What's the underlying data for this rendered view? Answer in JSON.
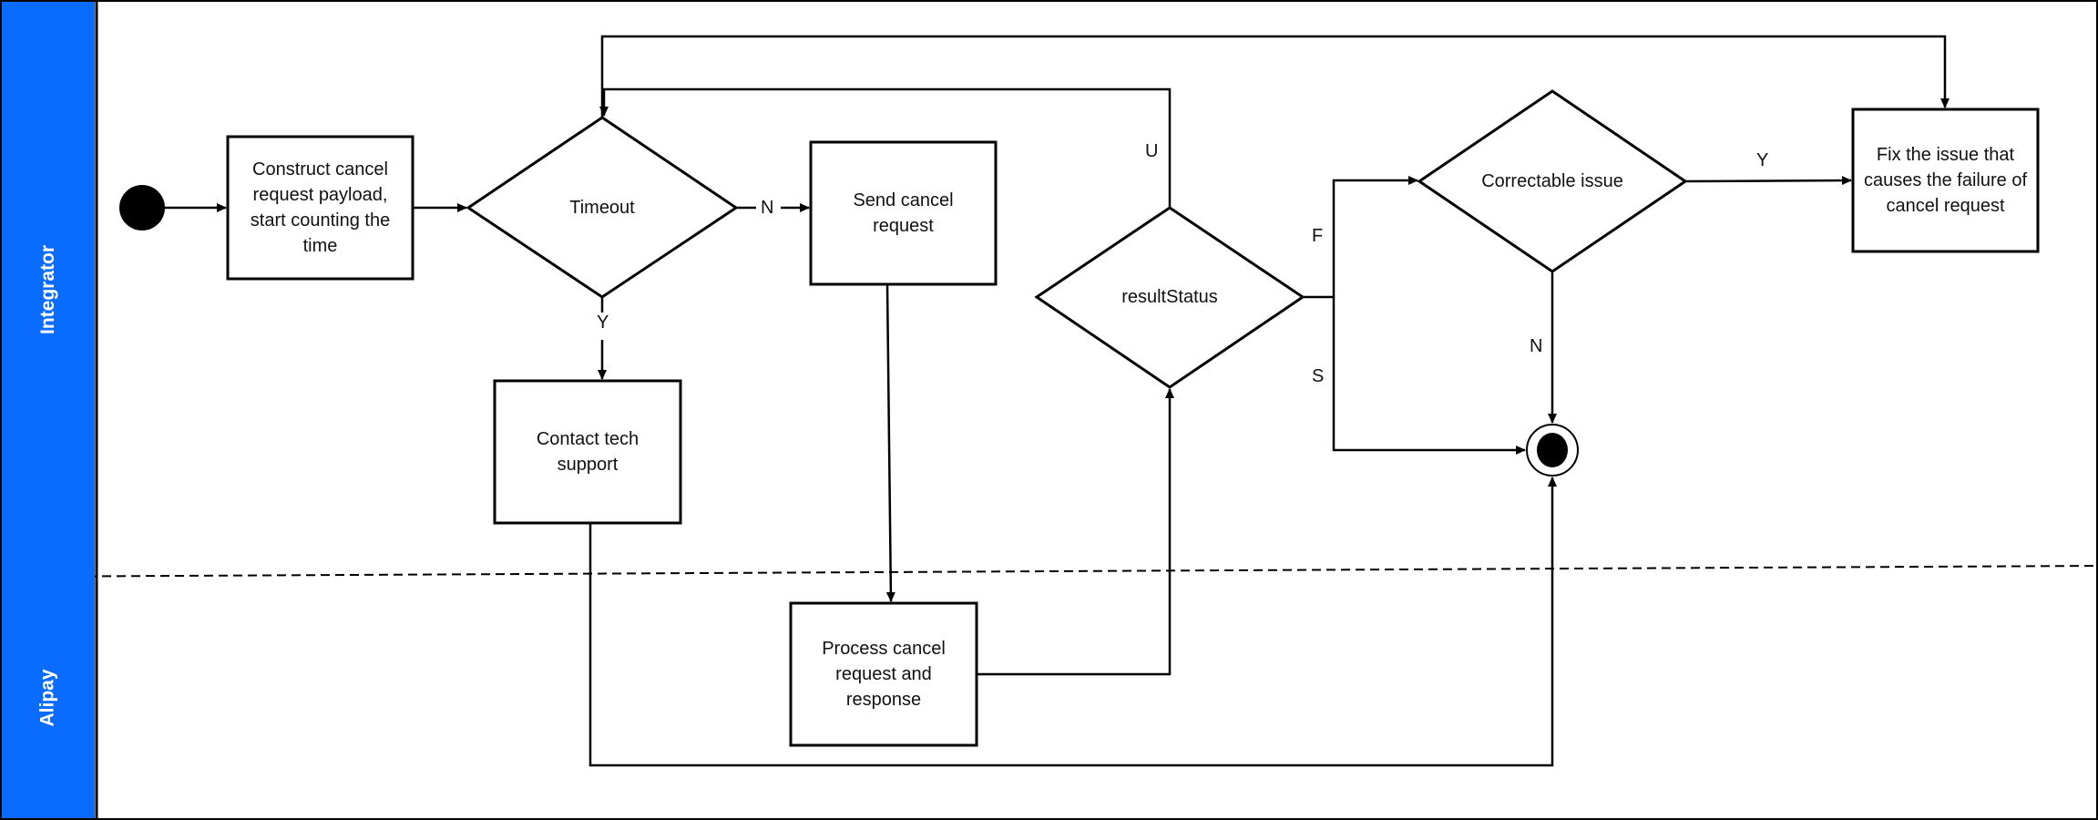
{
  "lanes": [
    {
      "name": "Integrator"
    },
    {
      "name": "Alipay"
    }
  ],
  "nodes": {
    "construct": "Construct cancel request payload, start counting the time",
    "timeout": "Timeout",
    "send_cancel": "Send cancel request",
    "result_status": "resultStatus",
    "correctable": "Correctable issue",
    "fix_issue": "Fix the issue that causes the failure of cancel request",
    "contact_support": "Contact tech support",
    "process_cancel": "Process cancel request and response"
  },
  "edge_labels": {
    "timeout_no": "N",
    "timeout_yes": "Y",
    "status_u": "U",
    "status_f": "F",
    "status_s": "S",
    "correctable_yes": "Y",
    "correctable_no": "N"
  }
}
